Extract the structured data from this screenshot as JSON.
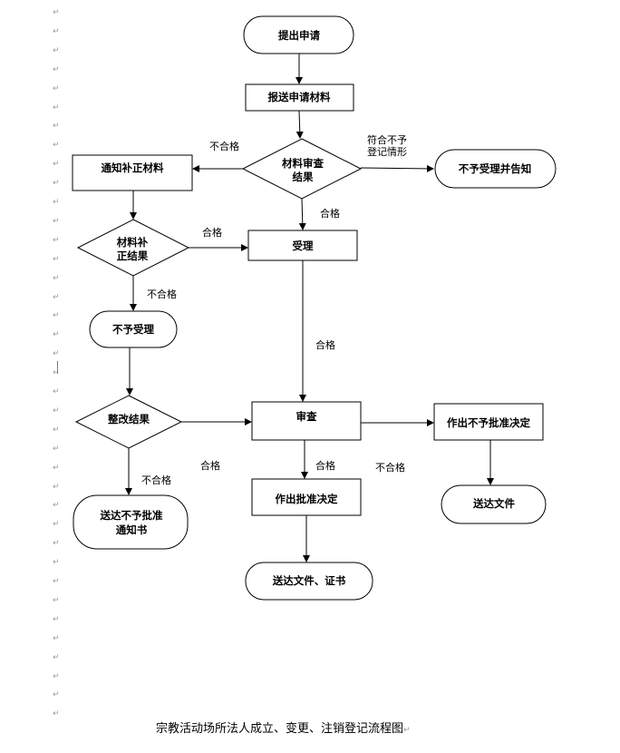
{
  "nodes": {
    "start": "提出申请",
    "submit": "报送申请材料",
    "review_l1": "材料审查",
    "review_l2": "结果",
    "notify_supplement": "通知补正材料",
    "reject_notify": "不予受理并告知",
    "supp_result_l1": "材料补",
    "supp_result_l2": "正结果",
    "accept": "受理",
    "not_accept": "不予受理",
    "rectify_result": "整改结果",
    "examine": "审查",
    "deny_decision": "作出不予批准决定",
    "approve_decision": "作出批准决定",
    "send_deny_l1": "送达不予批准",
    "send_deny_l2": "通知书",
    "send_doc": "送达文件",
    "send_cert": "送达文件、证书"
  },
  "edges": {
    "fail_left": "不合格",
    "cond_reject_l1": "符合不予",
    "cond_reject_l2": "登记情形",
    "pass_review": "合格",
    "pass_supp": "合格",
    "fail_supp": "不合格",
    "pass_accept": "合格",
    "pass_rectify": "合格",
    "fail_rectify": "不合格",
    "pass_examine": "合格",
    "fail_examine": "不合格"
  },
  "caption": "宗教活动场所法人成立、变更、注销登记流程图",
  "paragraph_mark": "↵"
}
